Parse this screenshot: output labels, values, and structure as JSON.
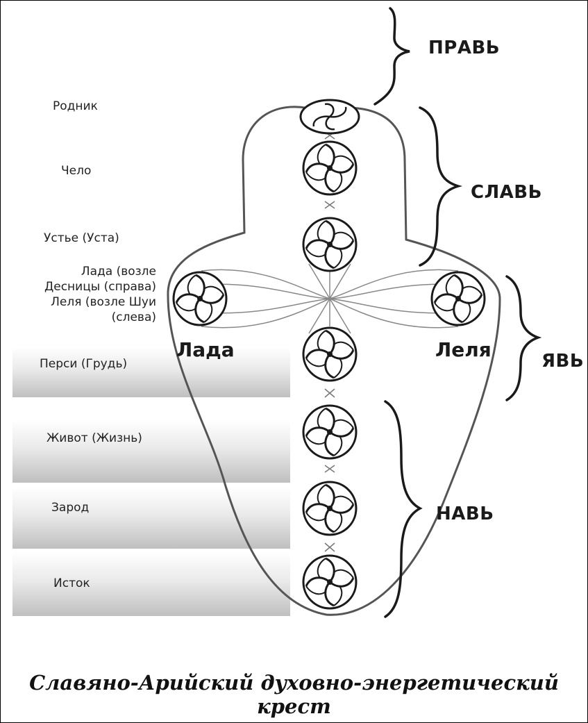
{
  "levels": [
    {
      "text": "Родник"
    },
    {
      "text": "Чело"
    },
    {
      "text": "Устье (Уста)"
    },
    {
      "text": "Лада (возле\nДесницы (справа)\nЛеля (возле Шуи\n(слева)"
    },
    {
      "text": "Перси (Грудь)"
    },
    {
      "text": "Живот (Жизнь)"
    },
    {
      "text": "Зарод"
    },
    {
      "text": "Исток"
    }
  ],
  "worlds": {
    "prav": "ПРАВЬ",
    "slav": "СЛАВЬ",
    "yav": "ЯВЬ",
    "nav": "НАВЬ"
  },
  "side": {
    "left": "Лада",
    "right": "Леля"
  },
  "caption": "Славяно-Арийский духовно-энергетический крест",
  "colors": {
    "line": "#1a1a1a",
    "outline": "#555555",
    "band_dark": "#b4b4b4"
  }
}
